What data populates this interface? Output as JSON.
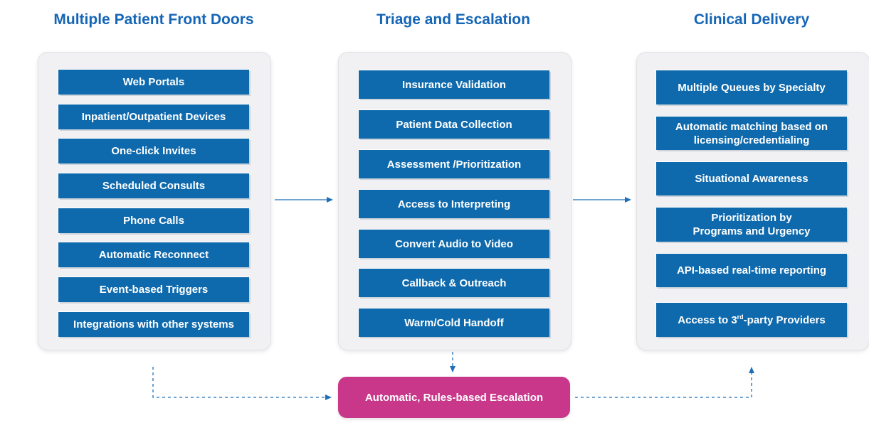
{
  "columns": [
    {
      "title": "Multiple Patient Front Doors",
      "items": [
        "Web Portals",
        "Inpatient/Outpatient Devices",
        "One-click Invites",
        "Scheduled Consults",
        "Phone Calls",
        "Automatic Reconnect",
        "Event-based Triggers",
        "Integrations with other systems"
      ]
    },
    {
      "title": "Triage and Escalation",
      "items": [
        "Insurance Validation",
        "Patient Data Collection",
        "Assessment /Prioritization",
        "Access to Interpreting",
        "Convert Audio to Video",
        "Callback & Outreach",
        "Warm/Cold Handoff"
      ]
    },
    {
      "title": "Clinical Delivery",
      "items": [
        "Multiple Queues by Specialty",
        "Automatic matching based on licensing/credentialing",
        "Situational Awareness",
        "Prioritization by Programs and Urgency",
        "API-based real-time reporting",
        {
          "pre": "Access to 3",
          "sup": "rd",
          "post": "-party Providers"
        }
      ]
    }
  ],
  "escalation": {
    "label": "Automatic, Rules-based Escalation"
  },
  "colors": {
    "title": "#1565b6",
    "box": "#0f6aad",
    "escalation": "#c8378a",
    "arrow": "#1f6fb7",
    "panel": "#f1f1f3"
  }
}
